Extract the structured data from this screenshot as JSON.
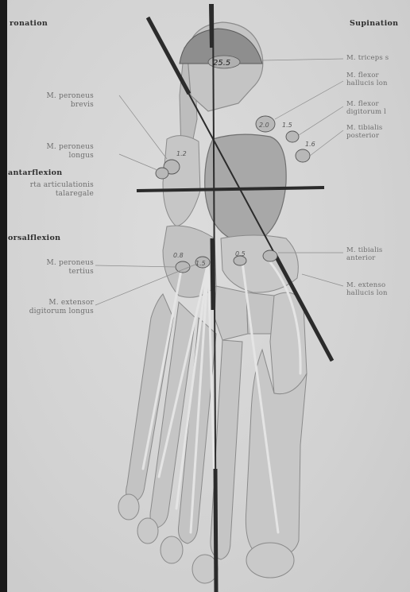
{
  "headings": {
    "pronation": "ronation",
    "supination": "Supination",
    "plantarflexion": "antarflexion",
    "dorsalflexion": "orsalflexion"
  },
  "axis_caption": {
    "line1": "rta articulationis",
    "line2": "talaregale"
  },
  "labels": {
    "peroneus_brevis": {
      "line1": "M. peroneus",
      "line2": "brevis"
    },
    "peroneus_longus": {
      "line1": "M. peroneus",
      "line2": "longus"
    },
    "peroneus_tertius": {
      "line1": "M. peroneus",
      "line2": "tertius"
    },
    "extensor_digitorum": {
      "line1": "M. extensor",
      "line2": "digitorum longus"
    },
    "triceps": {
      "line1": "M. triceps s"
    },
    "flexor_hallucis": {
      "line1": "M. flexor",
      "line2": "hallucis lon"
    },
    "flexor_digitorum": {
      "line1": "M. flexor",
      "line2": "digitorum l"
    },
    "tibialis_posterior": {
      "line1": "M. tibialis",
      "line2": "posterior"
    },
    "tibialis_anterior": {
      "line1": "M. tibialis",
      "line2": "anterior"
    },
    "extensor_hallucis": {
      "line1": "M. extenso",
      "line2": "hallucis lon"
    }
  },
  "values": {
    "triceps": "25.5",
    "flexor_hallucis": "2.0",
    "flexor_digitorum": "1.5",
    "tibialis_posterior": "1.6",
    "peroneus_longus": "1.2",
    "peroneus_tertius": "0.8",
    "extensor_digitorum": "1.5",
    "tibialis_anterior": "0.5"
  },
  "colors": {
    "paper": "#d4d4d4",
    "bone": "#c2c2c2",
    "bone_dark": "#9a9a9a",
    "axis": "#2b2b2b",
    "tendon": "#e6e6e6"
  }
}
